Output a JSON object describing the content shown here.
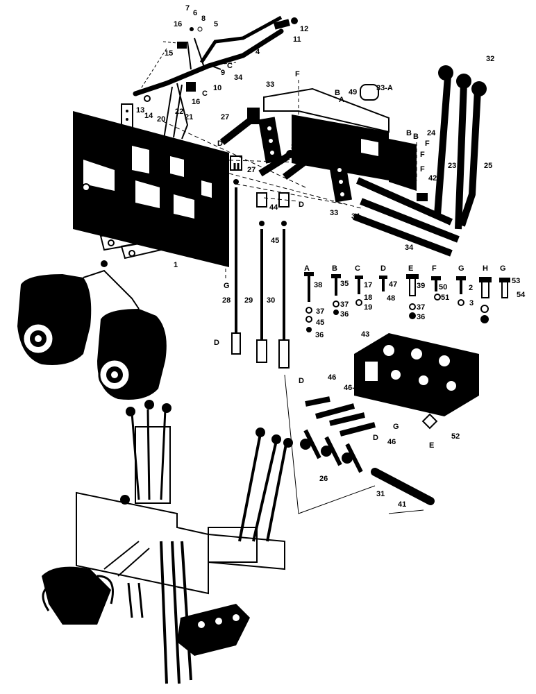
{
  "diagram": {
    "ink_color": "#000000",
    "paper_color": "#ffffff",
    "labels": [
      {
        "id": "l7",
        "text": "7"
      },
      {
        "id": "l6",
        "text": "6"
      },
      {
        "id": "l8",
        "text": "8"
      },
      {
        "id": "l5",
        "text": "5"
      },
      {
        "id": "l16a",
        "text": "16"
      },
      {
        "id": "l12",
        "text": "12"
      },
      {
        "id": "l11",
        "text": "11"
      },
      {
        "id": "l15",
        "text": "15"
      },
      {
        "id": "l4",
        "text": "4"
      },
      {
        "id": "lC1",
        "text": "C"
      },
      {
        "id": "l9",
        "text": "9"
      },
      {
        "id": "l10",
        "text": "10"
      },
      {
        "id": "lC2",
        "text": "C"
      },
      {
        "id": "l34a",
        "text": "34"
      },
      {
        "id": "lF1",
        "text": "F"
      },
      {
        "id": "l33a",
        "text": "33"
      },
      {
        "id": "lB1",
        "text": "B"
      },
      {
        "id": "lA1",
        "text": "A"
      },
      {
        "id": "l49",
        "text": "49"
      },
      {
        "id": "l33A",
        "text": "33-A"
      },
      {
        "id": "l32",
        "text": "32"
      },
      {
        "id": "l13",
        "text": "13"
      },
      {
        "id": "l14",
        "text": "14"
      },
      {
        "id": "l20",
        "text": "20"
      },
      {
        "id": "l22",
        "text": "22"
      },
      {
        "id": "l21",
        "text": "21"
      },
      {
        "id": "l16b",
        "text": "16"
      },
      {
        "id": "l27a",
        "text": "27"
      },
      {
        "id": "lD1",
        "text": "D"
      },
      {
        "id": "l44a",
        "text": "44"
      },
      {
        "id": "l34b",
        "text": "34"
      },
      {
        "id": "l27b",
        "text": "27"
      },
      {
        "id": "lB2",
        "text": "B"
      },
      {
        "id": "lF2",
        "text": "F"
      },
      {
        "id": "lB3",
        "text": "B"
      },
      {
        "id": "l24",
        "text": "24"
      },
      {
        "id": "lF3",
        "text": "F"
      },
      {
        "id": "l23",
        "text": "23"
      },
      {
        "id": "l25",
        "text": "25"
      },
      {
        "id": "lF4",
        "text": "F"
      },
      {
        "id": "l42",
        "text": "42"
      },
      {
        "id": "lG1",
        "text": "G"
      },
      {
        "id": "l45a",
        "text": "45"
      },
      {
        "id": "lD2",
        "text": "D"
      },
      {
        "id": "l44b",
        "text": "44"
      },
      {
        "id": "l33b",
        "text": "33"
      },
      {
        "id": "l34c",
        "text": "34"
      },
      {
        "id": "l45b",
        "text": "45"
      },
      {
        "id": "l34d",
        "text": "34"
      },
      {
        "id": "l1",
        "text": "1"
      },
      {
        "id": "lG2",
        "text": "G"
      },
      {
        "id": "lA2",
        "text": "A"
      },
      {
        "id": "l38",
        "text": "38"
      },
      {
        "id": "lB4",
        "text": "B"
      },
      {
        "id": "l35",
        "text": "35"
      },
      {
        "id": "lC3",
        "text": "C"
      },
      {
        "id": "l17",
        "text": "17"
      },
      {
        "id": "lD3",
        "text": "D"
      },
      {
        "id": "l47",
        "text": "47"
      },
      {
        "id": "lE1",
        "text": "E"
      },
      {
        "id": "l39",
        "text": "39"
      },
      {
        "id": "lF5",
        "text": "F"
      },
      {
        "id": "l50",
        "text": "50"
      },
      {
        "id": "lG3",
        "text": "G"
      },
      {
        "id": "l2",
        "text": "2"
      },
      {
        "id": "lH",
        "text": "H"
      },
      {
        "id": "lG4",
        "text": "G"
      },
      {
        "id": "l53",
        "text": "53"
      },
      {
        "id": "l37a",
        "text": "37"
      },
      {
        "id": "l18",
        "text": "18"
      },
      {
        "id": "l48",
        "text": "48"
      },
      {
        "id": "l51",
        "text": "51"
      },
      {
        "id": "l54",
        "text": "54"
      },
      {
        "id": "l3",
        "text": "3"
      },
      {
        "id": "l37b",
        "text": "37"
      },
      {
        "id": "l37c",
        "text": "37"
      },
      {
        "id": "l36a",
        "text": "36"
      },
      {
        "id": "l19",
        "text": "19"
      },
      {
        "id": "l36b",
        "text": "36"
      },
      {
        "id": "l45c",
        "text": "45"
      },
      {
        "id": "l36c",
        "text": "36"
      },
      {
        "id": "l28",
        "text": "28"
      },
      {
        "id": "l29",
        "text": "29"
      },
      {
        "id": "l30",
        "text": "30"
      },
      {
        "id": "lD4",
        "text": "D"
      },
      {
        "id": "l43",
        "text": "43"
      },
      {
        "id": "lD5",
        "text": "D"
      },
      {
        "id": "l46a",
        "text": "46"
      },
      {
        "id": "l46A",
        "text": "46-A"
      },
      {
        "id": "lG5",
        "text": "G"
      },
      {
        "id": "lD6",
        "text": "D"
      },
      {
        "id": "l46b",
        "text": "46"
      },
      {
        "id": "l52",
        "text": "52"
      },
      {
        "id": "lE2",
        "text": "E"
      },
      {
        "id": "l26",
        "text": "26"
      },
      {
        "id": "l31",
        "text": "31"
      },
      {
        "id": "l41",
        "text": "41"
      }
    ]
  }
}
